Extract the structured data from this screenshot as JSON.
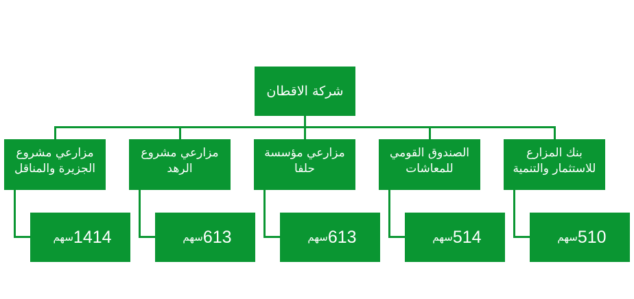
{
  "colors": {
    "box_fill": "#0a9632",
    "text": "#ffffff",
    "connector": "#0a9632"
  },
  "root": {
    "label": "شركة الاقطان"
  },
  "children": [
    {
      "label": "بنك المزارع للاستثمار والتنمية",
      "value": "510",
      "unit": "سهم"
    },
    {
      "label": "الصندوق القومي للمعاشات",
      "value": "514",
      "unit": "سهم"
    },
    {
      "label": "مزارعي مؤسسة حلفا",
      "value": "613",
      "unit": "سهم"
    },
    {
      "label": "مزارعي مشروع الرهد",
      "value": "613",
      "unit": "سهم"
    },
    {
      "label": "مزارعي مشروع الجزيرة والمناقل",
      "value": "1414",
      "unit": "سهم"
    }
  ]
}
